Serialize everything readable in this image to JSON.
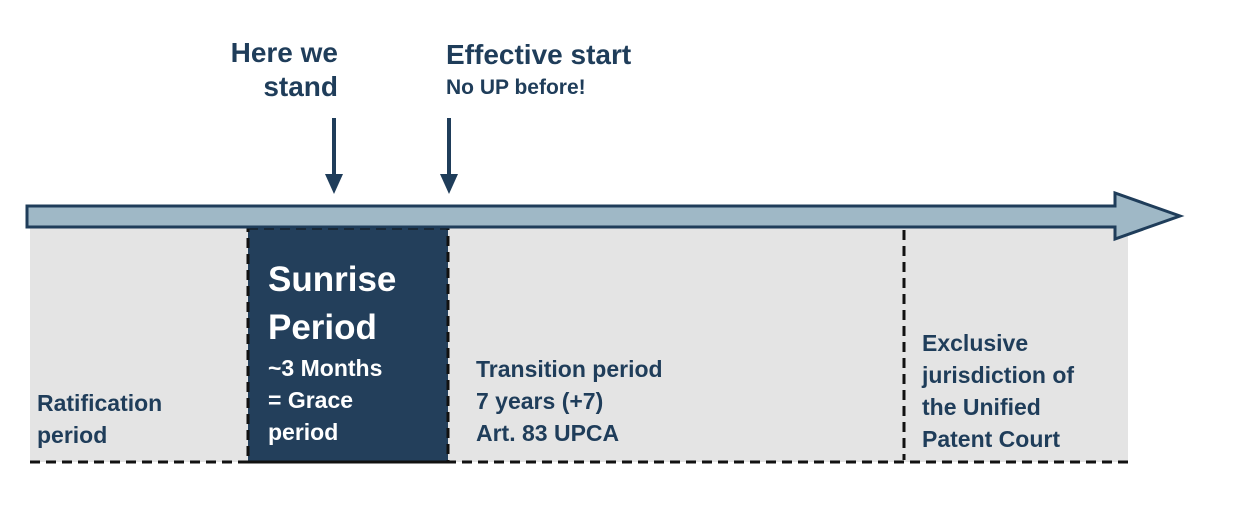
{
  "annotations": {
    "here_we_stand": [
      "Here we",
      "stand"
    ],
    "effective_start": "Effective start",
    "effective_start_note": "No UP before!"
  },
  "segments": {
    "ratification": [
      "Ratification",
      "period"
    ],
    "sunrise_title": [
      "Sunrise",
      "Period"
    ],
    "sunrise_sub": [
      "~3 Months",
      "= Grace",
      "period"
    ],
    "transition": [
      "Transition period",
      "7 years (+7)",
      "Art. 83 UPCA"
    ],
    "exclusive": [
      "Exclusive",
      "jurisdiction of",
      "the Unified",
      "Patent Court"
    ]
  },
  "colors": {
    "timeline_arrow": "#9fb8c6",
    "band": "#e4e4e4",
    "sunrise_box": "#233f5b",
    "text": "#1f3d5a"
  }
}
